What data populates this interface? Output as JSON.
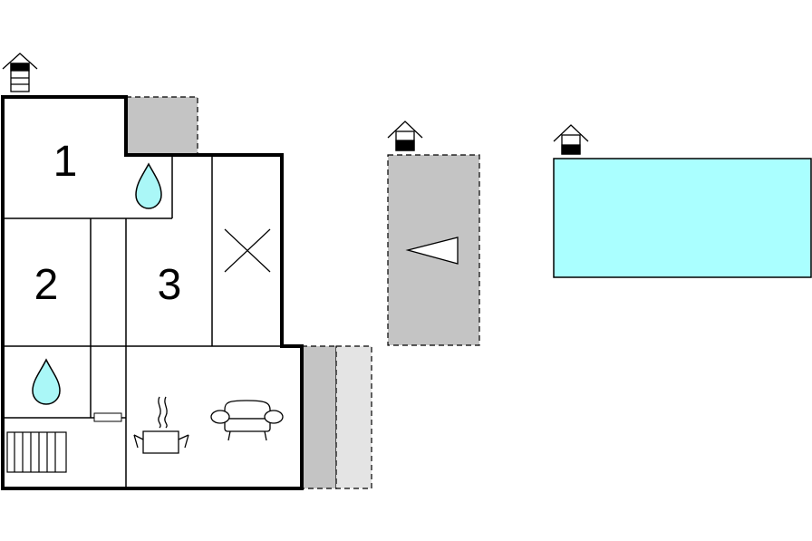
{
  "colors": {
    "wall": "#000000",
    "background": "#ffffff",
    "terrace": "#c4c4c4",
    "terrace_light": "#e4e4e4",
    "water_drop": "#aaf7f7",
    "pool": "#aaffff"
  },
  "rooms": {
    "room_1": "1",
    "room_2": "2",
    "room_3": "3"
  },
  "icons": {
    "floor_marker": "floor-level-house-icon",
    "bathroom": "water-drop-icon",
    "hallway": "cross-icon",
    "kitchen": "cooking-pot-icon",
    "living": "sofa-icon",
    "radiator": "radiator-icon",
    "parking": "triangle-icon",
    "pool": "swimming-pool"
  }
}
